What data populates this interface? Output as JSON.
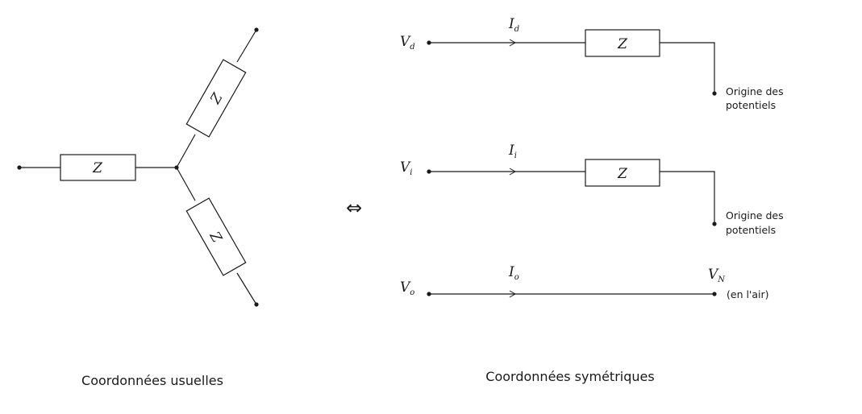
{
  "impedance_label": "Z",
  "equivalence_symbol": "⇔",
  "captions": {
    "left": "Coordonnées usuelles",
    "right": "Coordonnées symétriques"
  },
  "circuits": {
    "direct": {
      "voltage": "V",
      "voltage_sub": "d",
      "current": "I",
      "current_sub": "d",
      "end_note_1": "Origine des",
      "end_note_2": "potentiels"
    },
    "inverse": {
      "voltage": "V",
      "voltage_sub": "i",
      "current": "I",
      "current_sub": "i",
      "end_note_1": "Origine des",
      "end_note_2": "potentiels"
    },
    "homopolar": {
      "voltage": "V",
      "voltage_sub": "o",
      "current": "I",
      "current_sub": "o",
      "end_voltage": "V",
      "end_voltage_sub": "N",
      "end_note": "(en l'air)"
    }
  }
}
